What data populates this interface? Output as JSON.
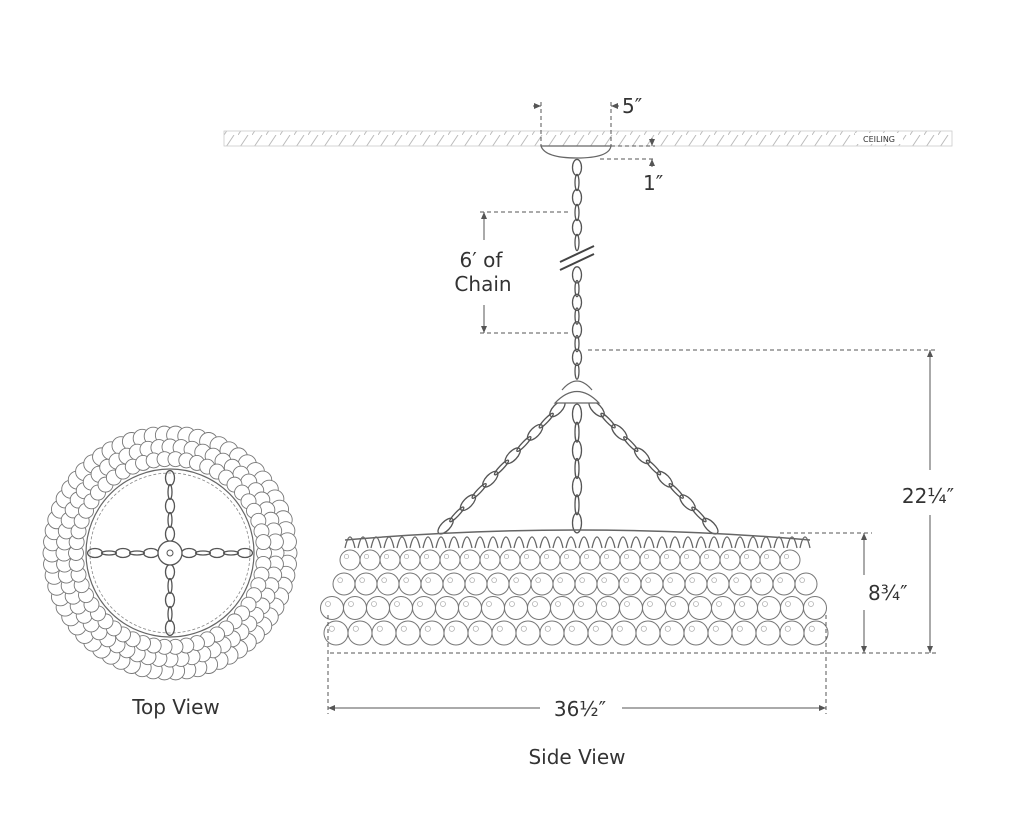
{
  "ceiling_label": "CEILING",
  "dimensions": {
    "canopy_width": "5″",
    "canopy_height": "1″",
    "chain_line1": "6′ of",
    "chain_line2": "Chain",
    "overall_height": "22¼″",
    "body_height": "8¾″",
    "diameter": "36½″"
  },
  "views": {
    "top": "Top View",
    "side": "Side View"
  },
  "colors": {
    "line": "#555555",
    "hatch": "#bbbbbb"
  }
}
